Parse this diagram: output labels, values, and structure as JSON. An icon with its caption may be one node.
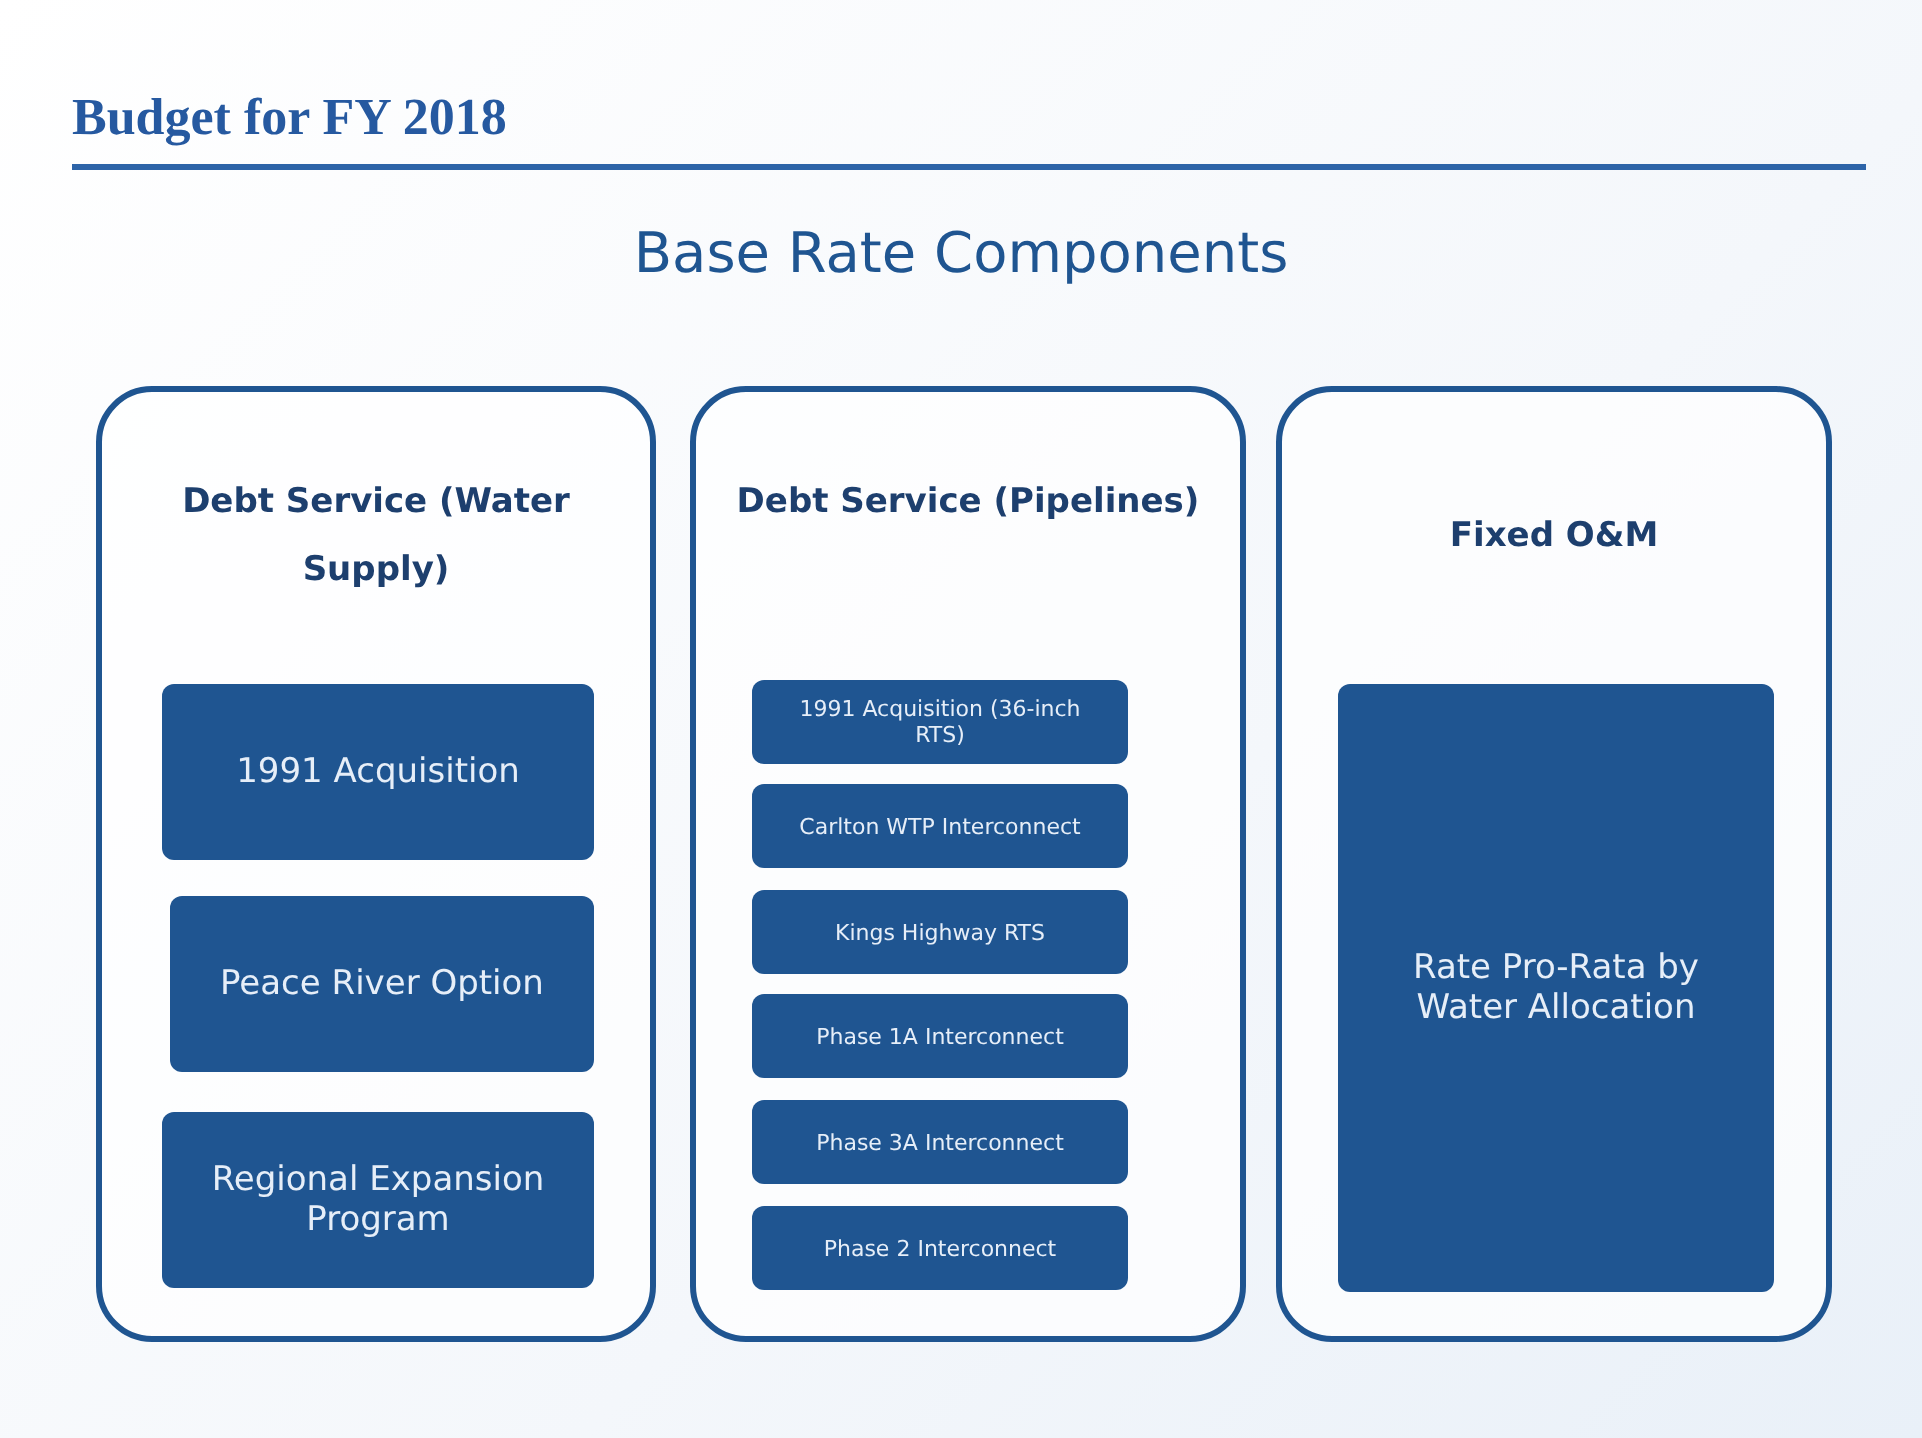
{
  "diagram": {
    "title": "Budget for FY 2018",
    "nodes": [
      {
        "text": [
          "Debt Service (Water Supply)"
        ]
      },
      {
        "text": [
          "1991 Acquisition"
        ],
        "in": 0
      },
      {
        "text": [
          "Peace River Option"
        ],
        "in": 0
      },
      {
        "text": [
          "Regional Expansion Program"
        ],
        "in": 0
      },
      {
        "text": [
          "Debt Service (Pipelines)"
        ]
      },
      {
        "text": [
          "1991 Acquisition (36-inch RTS)"
        ],
        "in": 4
      },
      {
        "text": [
          "Carlton WTP Interconnect"
        ],
        "in": 4
      },
      {
        "text": [
          "Kings Highway RTS"
        ],
        "in": 4
      },
      {
        "text": [
          "Phase 1A Interconnect"
        ],
        "in": 4
      },
      {
        "text": [
          "Phase 3A Interconnect"
        ],
        "in": 4
      },
      {
        "text": [
          "Phase 2 Interconnect"
        ],
        "in": 4
      },
      {
        "text": [
          "Fixed O&M"
        ]
      },
      {
        "text": [
          "Rate Pro-Rata by Water Allocation"
        ],
        "in": 11
      }
    ],
    "edges": [],
    "labels": [
      "Base Rate Components"
    ]
  }
}
